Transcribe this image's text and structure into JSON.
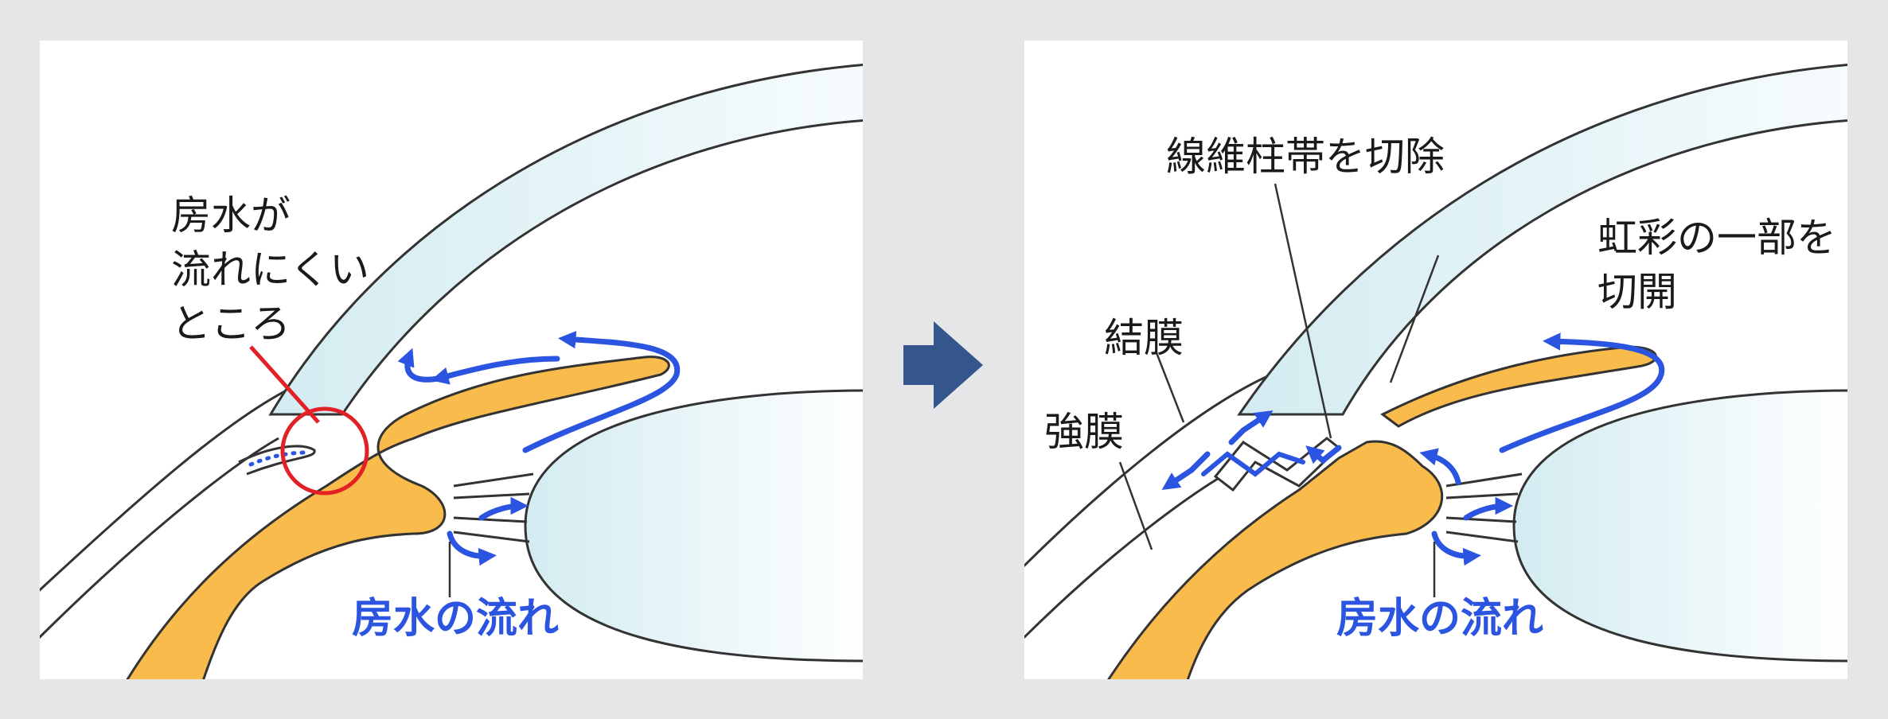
{
  "left": {
    "label_problem_lines": [
      "房水が",
      "流れにくい",
      "ところ"
    ],
    "flow_label": "房水の流れ"
  },
  "right": {
    "label_zonule": "線維柱帯を切除",
    "label_iris_lines": [
      "虹彩の一部を",
      "切開"
    ],
    "label_conjunctiva": "結膜",
    "label_sclera": "強膜",
    "flow_label": "房水の流れ"
  },
  "colors": {
    "background": "#e6e5e8",
    "panel": "#ffffff",
    "iris": "#f8bb4c",
    "cornea": "#dcf0f4",
    "flow": "#2b54e0",
    "highlight": "#e32026",
    "transition_arrow": "#34568c"
  },
  "icons": {
    "transition": "right-arrow-icon"
  }
}
